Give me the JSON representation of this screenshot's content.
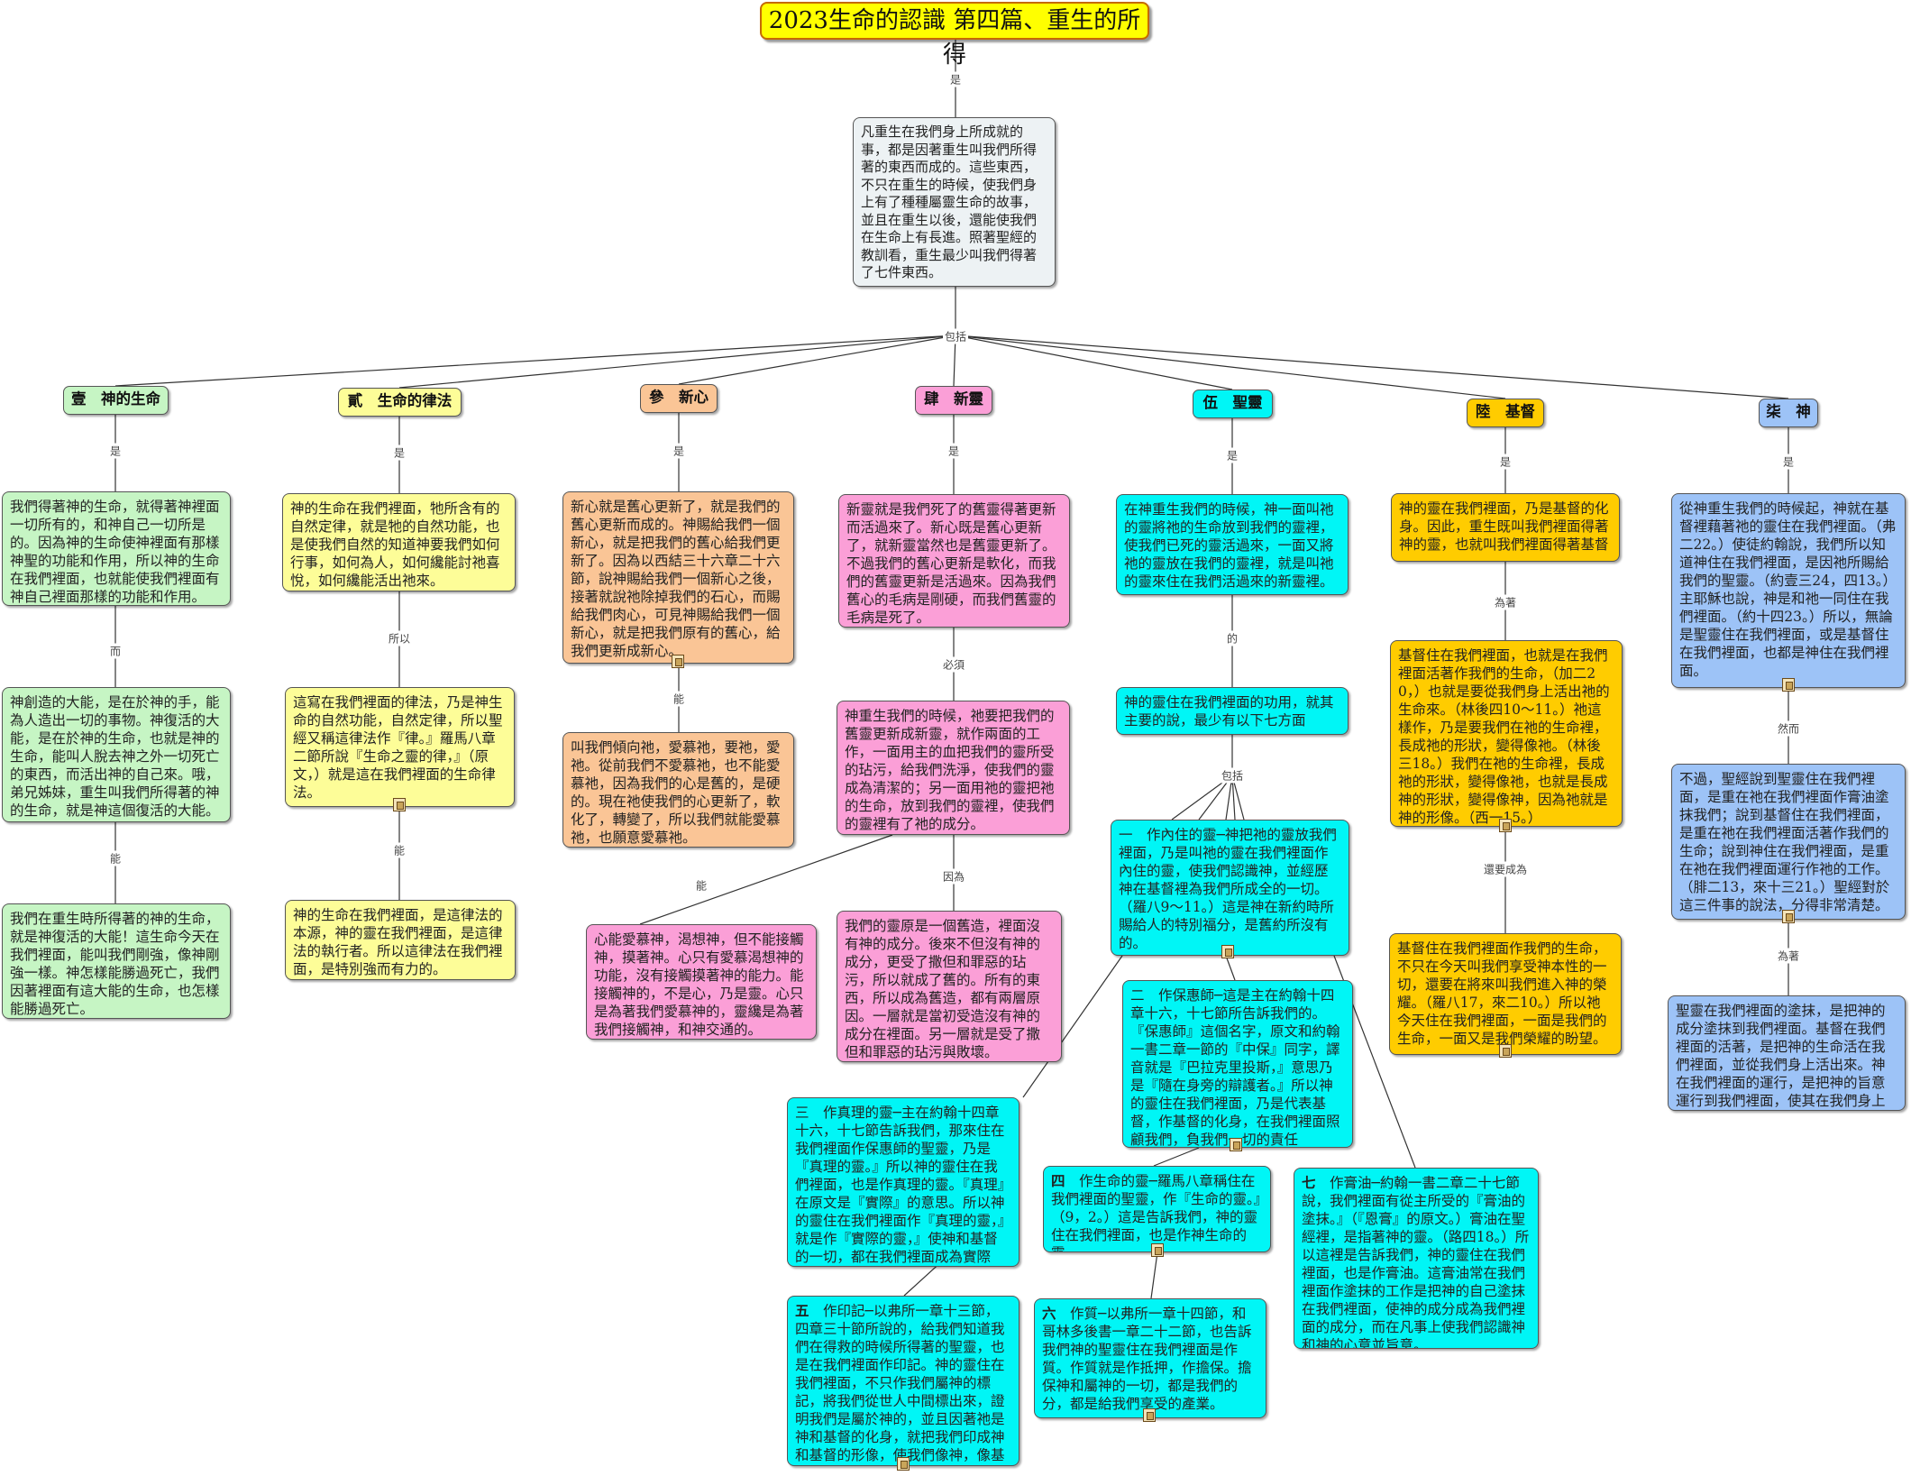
{
  "title": "2023生命的認識 第四篇、重生的所得",
  "intro": "凡重生在我們身上所成就的事，都是因著重生叫我們所得著的東西而成的。這些東西，不只在重生的時候，使我們身上有了種種屬靈生命的故事，並且在重生以後，還能使我們在生命上有長進。照著聖經的教訓看，重生最少叫我們得著了七件東西。",
  "labels": {
    "shi": "是",
    "baokuo": "包括",
    "er": "而",
    "neng": "能",
    "suoyi": "所以",
    "bixu": "必須",
    "yinwei": "因為",
    "de": "的",
    "weizhe": "為著",
    "huanyao": "還要成為",
    "ranér": "然而"
  },
  "branches": {
    "b1": {
      "head": "壹　神的生命",
      "n1": "我們得著神的生命，就得著神裡面一切所有的，和神自己一切所是的。因為神的生命使神裡面有那樣神聖的功能和作用，所以神的生命在我們裡面，也就能使我們裡面有神自己裡面那樣的功能和作用。",
      "n2": "神創造的大能，是在於神的手，能為人造出一切的事物。神復活的大能，是在於神的生命，也就是神的生命，能叫人脫去神之外一切死亡的東西，而活出神的自己來。哦，弟兄姊妹，重生叫我們所得著的神的生命，就是神這個復活的大能。",
      "n3": "我們在重生時所得著的神的生命，就是神復活的大能！這生命今天在我們裡面，能叫我們剛強，像神剛強一樣。神怎樣能勝過死亡，我們因著裡面有這大能的生命，也怎樣能勝過死亡。"
    },
    "b2": {
      "head": "貳　生命的律法",
      "n1": "神的生命在我們裡面，牠所含有的自然定律，就是牠的自然功能，也是使我們自然的知道神要我們如何行事，如何為人，如何纔能討祂喜悅，如何纔能活出祂來。",
      "n2": "這寫在我們裡面的律法，乃是神生命的自然功能，自然定律，所以聖經又稱這律法作『律。』羅馬八章二節所說『生命之靈的律，』（原文，）就是這在我們裡面的生命律法。",
      "n3": "神的生命在我們裡面，是這律法的本源，神的靈在我們裡面，是這律法的執行者。所以這律法在我們裡面，是特別強而有力的。"
    },
    "b3": {
      "head": "參　新心",
      "n1": "新心就是舊心更新了，就是我們的舊心更新而成的。神賜給我們一個新心，就是把我們的舊心給我們更新了。因為以西結三十六章二十六節，說神賜給我們一個新心之後，接著就說祂除掉我們的石心，而賜給我們肉心，可見神賜給我們一個新心，就是把我們原有的舊心，給我們更新成新心。",
      "n2": "叫我們傾向祂，愛慕祂，要祂，愛祂。從前我們不愛慕祂，也不能愛慕祂，因為我們的心是舊的，是硬的。現在祂使我們的心更新了，軟化了，轉變了，所以我們就能愛慕祂，也願意愛慕祂。"
    },
    "b4": {
      "head": "肆　新靈",
      "n1": "新靈就是我們死了的舊靈得著更新而活過來了。新心既是舊心更新了，就新靈當然也是舊靈更新了。不過我們的舊心更新是軟化，而我們的舊靈更新是活過來。因為我們舊心的毛病是剛硬，而我們舊靈的毛病是死了。",
      "n2": "神重生我們的時候，祂要把我們的舊靈更新成新靈，就作兩面的工作，一面用主的血把我們的靈所受的玷污，給我們洗淨，使我們的靈成為清潔的；另一面用祂的靈把祂的生命，放到我們的靈裡，使我們的靈裡有了祂的成分。",
      "n3": "我們的靈原是一個舊造，裡面沒有神的成分。後來不但沒有神的成分，更受了撒但和罪惡的玷污，所以就成了舊的。所有的東西，所以成為舊造，都有兩層原因。一層就是當初受造沒有神的成分在裡面。另一層就是受了撒但和罪惡的玷污與敗壞。",
      "n4": "心能愛慕神，渴想神，但不能接觸神，摸著神。心只有愛慕渴想神的功能，沒有接觸摸著神的能力。能接觸神的，不是心，乃是靈。心只是為著我們愛慕神的，靈纔是為著我們接觸神，和神交通的。"
    },
    "b5": {
      "head": "伍　聖靈",
      "n1": "在神重生我們的時候，神一面叫祂的靈將祂的生命放到我們的靈裡，使我們已死的靈活過來，一面又將祂的靈放在我們的靈裡，就是叫祂的靈來住在我們活過來的新靈裡。",
      "n2": "神的靈住在我們裡面的功用，就其主要的說，最少有以下七方面",
      "items": [
        {
          "num": "一",
          "text": "作內住的靈─神把祂的靈放我們裡面，乃是叫祂的靈在我們裡面作內住的靈，使我們認識神，並經歷神在基督裡為我們所成全的一切。（羅八9～11。）這是神在新約時所賜給人的特別福分，是舊約所沒有的。"
        },
        {
          "num": "二",
          "text": "作保惠師─這是主在約翰十四章十六，十七節所告訴我們的。『保惠師』這個名字，原文和約翰一書二章一節的『中保』同字，譯音就是『巴拉克里投斯，』意思乃是『隨在身旁的辯護者。』所以神的靈住在我們裡面，乃是代表基督，作基督的化身，在我們裡面照顧我們，負我們一切的責任"
        },
        {
          "num": "三",
          "text": "作真理的靈─主在約翰十四章十六，十七節告訴我們，那來住在我們裡面作保惠師的聖靈，乃是『真理的靈。』所以神的靈住在我們裡面，也是作真理的靈。『真理』在原文是『實際』的意思。所以神的靈住在我們裡面作『真理的靈，』就是作『實際的靈，』使神和基督的一切，都在我們裡面成為實際"
        },
        {
          "num": "四",
          "text": "作生命的靈─羅馬八章稱住在我們裡面的聖靈，作『生命的靈。』（9，2。）這是告訴我們，神的靈住在我們裡面，也是作神生命的靈。"
        },
        {
          "num": "五",
          "text": "作印記─以弗所一章十三節，四章三十節所說的，給我們知道我們在得救的時候所得著的聖靈，也是在我們裡面作印記。神的靈住在我們裡面，不只作我們屬神的標記，將我們從世人中間標出來，證明我們是屬於神的，並且因著祂是神和基督的化身，就把我們印成神和基督的形像，使我們像神，像基督"
        },
        {
          "num": "六",
          "text": "作質─以弗所一章十四節，和哥林多後書一章二十二節，也告訴我們神的聖靈住在我們裡面是作質。作質就是作抵押，作擔保。擔保神和屬神的一切，都是我們的分，都是給我們享受的產業。"
        },
        {
          "num": "七",
          "text": "作膏油─約翰一書二章二十七節說，我們裡面有從主所受的『膏油的塗抹。』（『恩膏』的原文。）膏油在聖經裡，是指著神的靈。（路四18。）所以這裡是告訴我們，神的靈住在我們裡面，也是作膏油。這膏油常在我們裡面作塗抹的工作是把神的自己塗抹在我們裡面，使神的成分成為我們裡面的成分，而在凡事上使我們認識神和神的心意並旨意。"
        }
      ]
    },
    "b6": {
      "head": "陸　基督",
      "n1": "神的靈在我們裡面，乃是基督的化身。因此，重生既叫我們裡面得著神的靈，也就叫我們裡面得著基督",
      "n2": "基督住在我們裡面，也就是在我們裡面活著作我們的生命，（加二20，）也就是要從我們身上活出祂的生命來。（林後四10～11。）祂這樣作，乃是要我們在祂的生命裡，長成祂的形狀，變得像祂。（林後三18。）我們在祂的生命裡，長成祂的形狀，變得像祂，也就是長成神的形狀，變得像神，因為祂就是神的形像。（西一15。）",
      "n3": "基督住在我們裡面作我們的生命，不只在今天叫我們享受神本性的一切，還要在將來叫我們進入神的榮耀。（羅八17，來二10。）所以祂今天住在我們裡面，一面是我們的生命，一面又是我們榮耀的盼望。"
    },
    "b7": {
      "head": "柒　神",
      "n1": "從神重生我們的時候起，神就在基督裡藉著祂的靈住在我們裡面。（弗二22。）使徒約翰說，我們所以知道神住在我們裡面，是因祂所賜給我們的聖靈。（約壹三24，四13。）主耶穌也說，神是和祂一同住在我們裡面。（約十四23。）所以，無論是聖靈住在我們裡面，或是基督住在我們裡面，也都是神住在我們裡面。",
      "n2": "不過，聖經說到聖靈住在我們裡面，是重在祂在我們裡面作膏油塗抹我們；說到基督住在我們裡面，是重在祂在我們裡面活著作我們的生命；說到神住在我們裡面，是重在祂在我們裡面運行作祂的工作。（腓二13，來十三21。）聖經對於這三件事的說法，分得非常清楚。",
      "n3": "聖靈在我們裡面的塗抹，是把神的成分塗抹到我們裡面。基督在我們裡面的活著，是把神的生命活在我們裡面，並從我們身上活出來。神在我們裡面的運行，是把神的旨意運行到我們裡面，使其在我們身上得著成就。"
    }
  },
  "colors": {
    "green": "#c6f5c4",
    "yellow": "#fdfd98",
    "orange": "#fac596",
    "pink": "#fb9fd7",
    "cyan": "#00f6f6",
    "gold": "#ffcc00",
    "blue": "#9dc3f7",
    "gray": "#edf2f4",
    "title": "#ffff00"
  },
  "icons": {
    "note": "note-icon"
  }
}
